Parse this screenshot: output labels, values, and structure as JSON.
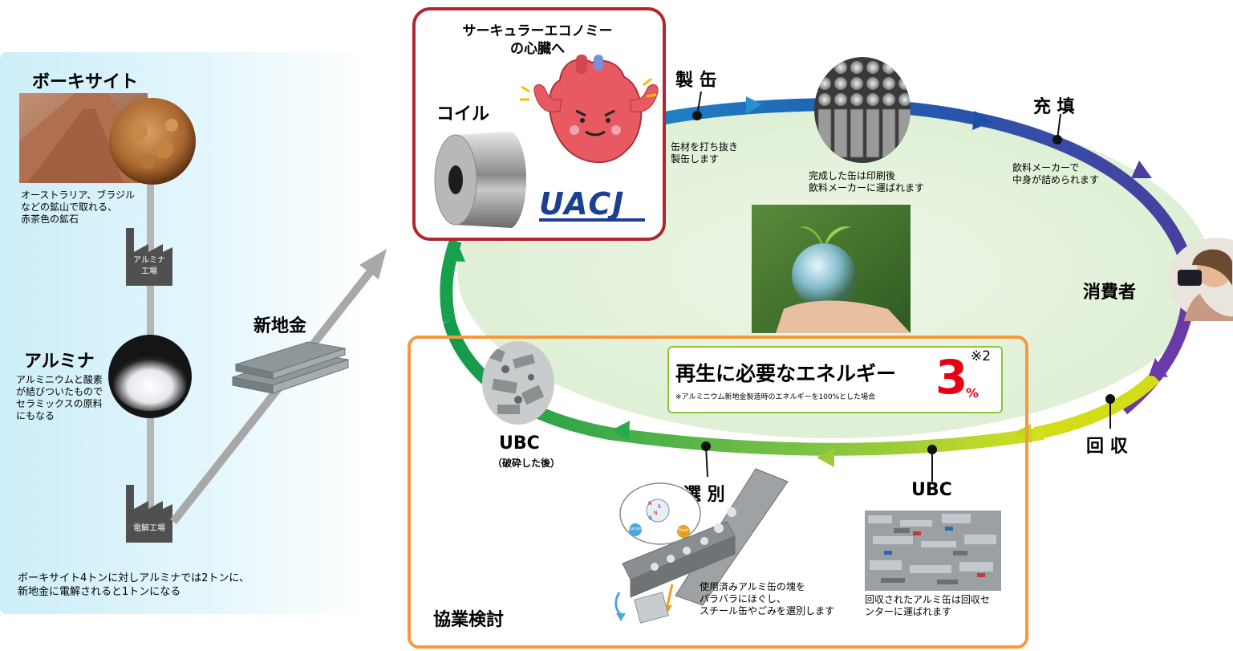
{
  "left": {
    "bauxite_title": "ボーキサイト",
    "bauxite_desc": [
      "オーストラリア、ブラジル",
      "などの鉱山で取れる、",
      "赤茶色の鉱石"
    ],
    "alumina_factory": [
      "アルミナ",
      "工場"
    ],
    "alumina_title": "アルミナ",
    "alumina_desc": [
      "アルミニウムと酸素",
      "が結びついたもので",
      "セラミックスの原料",
      "にもなる"
    ],
    "electrolysis_factory": "電解工場",
    "ingot_title": "新地金",
    "footnote": [
      "ボーキサイト4トンに対しアルミナでは2トンに、",
      "新地金に電解されると1トンになる"
    ]
  },
  "coil": {
    "heading": [
      "サーキュラーエコノミー",
      "の心臓へ"
    ],
    "label": "コイル",
    "logo": "UACJ"
  },
  "cycle": {
    "canmaking_title": "製 缶",
    "canmaking_desc": [
      "缶材を打ち抜き",
      "製缶します"
    ],
    "cans_desc": [
      "完成した缶は印刷後",
      "飲料メーカーに運ばれます"
    ],
    "filling_title": "充 填",
    "filling_desc": [
      "飲料メーカーで",
      "中身が詰められます"
    ],
    "consumer_title": "消費者",
    "recovery_title": "回 収",
    "ubc_title": "UBC",
    "ubc_desc": [
      "回収されたアルミ缶は回収セ",
      "ンターに運ばれます"
    ],
    "sort_title": "選 別",
    "sort_desc": [
      "使用済みアルミ缶の塊を",
      "バラバラにほぐし、",
      "スチール缶やごみを選別します"
    ],
    "ubc_crushed_title": "UBC",
    "ubc_crushed_sub": "（破砕した後）",
    "collab_title": "協業検討",
    "sorter_labels": [
      "N",
      "S",
      "N",
      "S",
      "Aluminum",
      "Steel"
    ]
  },
  "energy": {
    "title": "再生に必要なエネルギー",
    "note": "※アルミニウム新地金製造時のエネルギーを100%とした場合",
    "value": "3",
    "unit": "%",
    "footnote_mark": "※2"
  },
  "colors": {
    "coil_border": "#b2252e",
    "collab_border": "#f39a3c",
    "energy_value": "#e60012",
    "energy_border": "#8cc63f",
    "uacj_blue": "#1a3f95"
  }
}
